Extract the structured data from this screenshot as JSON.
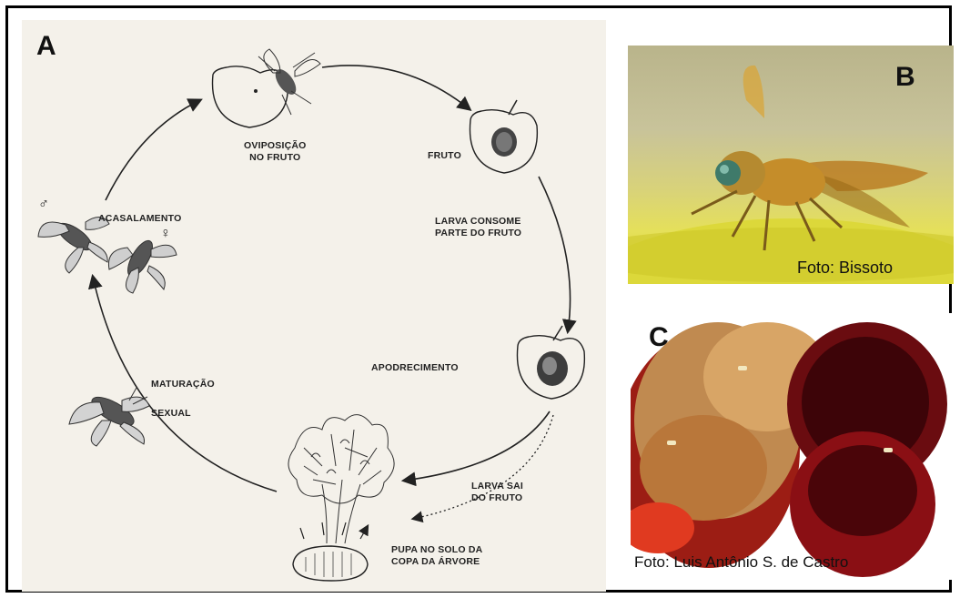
{
  "figure": {
    "panel_a": {
      "letter": "A",
      "stages": {
        "oviposicao": [
          "OVIPOSIÇÃO",
          "NO FRUTO"
        ],
        "fruto": "FRUTO",
        "larva_consome": [
          "LARVA CONSOME",
          "PARTE DO FRUTO"
        ],
        "apodrecimento": "APODRECIMENTO",
        "larva_sai": [
          "LARVA SAI",
          "DO FRUTO"
        ],
        "pupa": [
          "PUPA NO SOLO DA",
          "COPA DA ÁRVORE"
        ],
        "maturacao": "MATURAÇÃO",
        "sexual": "SEXUAL",
        "acasalamento": "ACASALAMENTO"
      },
      "symbols": {
        "male": "♂",
        "female": "♀"
      }
    },
    "panel_b": {
      "letter": "B",
      "credit": "Foto: Bissoto"
    },
    "panel_c": {
      "letter": "C",
      "credit": "Foto: Luis Antônio S. de Castro"
    }
  },
  "colors": {
    "border": "#000000",
    "diagram_paper": "#f4f1ea",
    "fly_body": "#c9a227",
    "fruit_red": "#8b1a1a",
    "leaf_yellow": "#d6d21e"
  }
}
